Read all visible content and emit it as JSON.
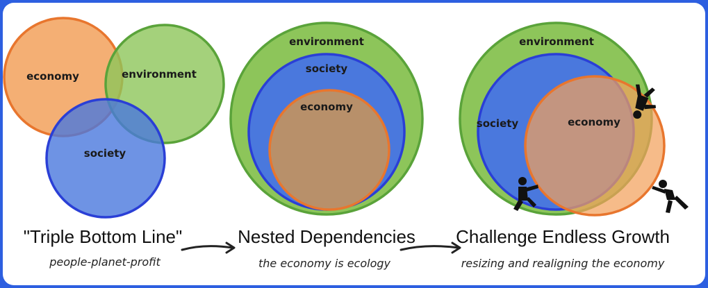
{
  "colors": {
    "economy": "#f2a15c",
    "economy_stroke": "#e8762e",
    "environment": "#8dc55a",
    "environment_stroke": "#5aa33a",
    "society": "#4a78dd",
    "society_stroke": "#2a3fd6",
    "figure": "#111111",
    "frame": "#2d5fe0"
  },
  "panels": [
    {
      "id": "triple-bottom-line",
      "title": "\"Triple Bottom Line\"",
      "subtitle": "people-planet-profit",
      "labels": {
        "economy": "economy",
        "environment": "environment",
        "society": "society"
      }
    },
    {
      "id": "nested-dependencies",
      "title": "Nested Dependencies",
      "subtitle": "the economy is ecology",
      "labels": {
        "environment": "environment",
        "society": "society",
        "economy": "economy"
      }
    },
    {
      "id": "challenge-endless-growth",
      "title": "Challenge Endless Growth",
      "subtitle": "resizing and realigning the economy",
      "labels": {
        "environment": "environment",
        "society": "society",
        "economy": "economy"
      }
    }
  ],
  "icons": [
    "arrow-right-icon",
    "arrow-right-icon",
    "person-pushing-icon",
    "person-pushing-icon",
    "person-pushing-icon"
  ]
}
